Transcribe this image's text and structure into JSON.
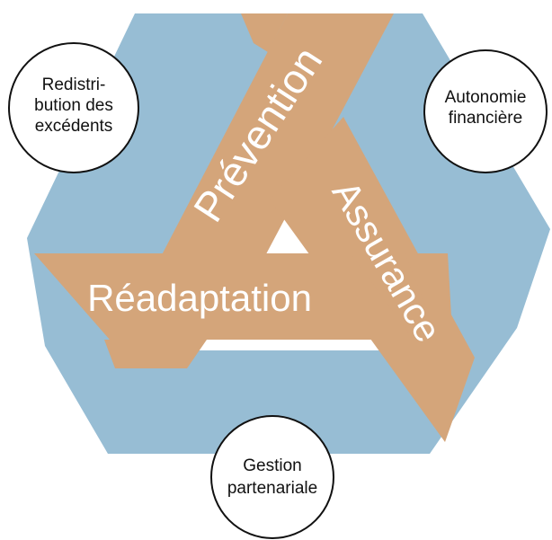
{
  "colors": {
    "blue_band": "#97bdd4",
    "tan_band": "#d4a57a",
    "circle_fill": "#ffffff",
    "circle_stroke": "#111111",
    "band_text": "#ffffff"
  },
  "bands": {
    "prevention": "Prévention",
    "assurance": "Assurance",
    "readaptation": "Réadaptation"
  },
  "circles": {
    "redistribution": [
      "Redistri-",
      "bution des",
      "excédents"
    ],
    "autonomie": [
      "Autonomie",
      "financière"
    ],
    "gestion": [
      "Gestion",
      "partenariale"
    ]
  }
}
